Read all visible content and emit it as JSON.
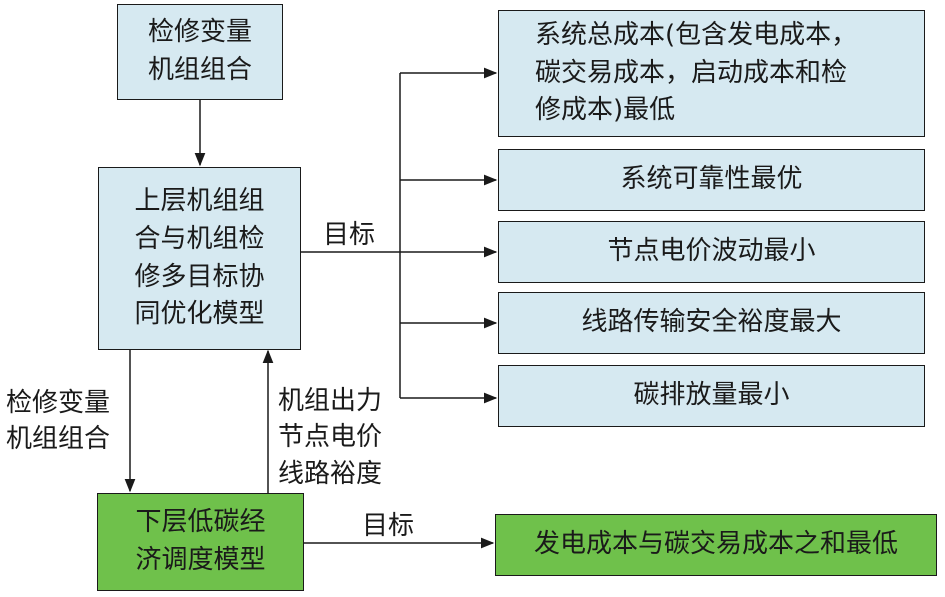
{
  "boxes": {
    "top_input": "检修变量\n机组组合",
    "upper_model": "上层机组组\n合与机组检\n修多目标协\n同优化模型",
    "lower_model": "下层低碳经\n济调度模型",
    "obj_total_cost": "系统总成本(包含发电成本，\n碳交易成本，启动成本和检\n修成本)最低",
    "obj_reliability": "系统可靠性最优",
    "obj_price": "节点电价波动最小",
    "obj_line_margin": "线路传输安全裕度最大",
    "obj_carbon": "碳排放量最小",
    "lower_objective": "发电成本与碳交易成本之和最低"
  },
  "labels": {
    "upper_goal": "目标",
    "lower_goal": "目标",
    "down_flow": "检修变量\n机组组合",
    "up_flow": "机组出力\n节点电价\n线路裕度"
  },
  "colors": {
    "upper_box_fill": "#d6e9f1",
    "lower_box_fill": "#6fc14b",
    "line": "#1a1a1a"
  }
}
